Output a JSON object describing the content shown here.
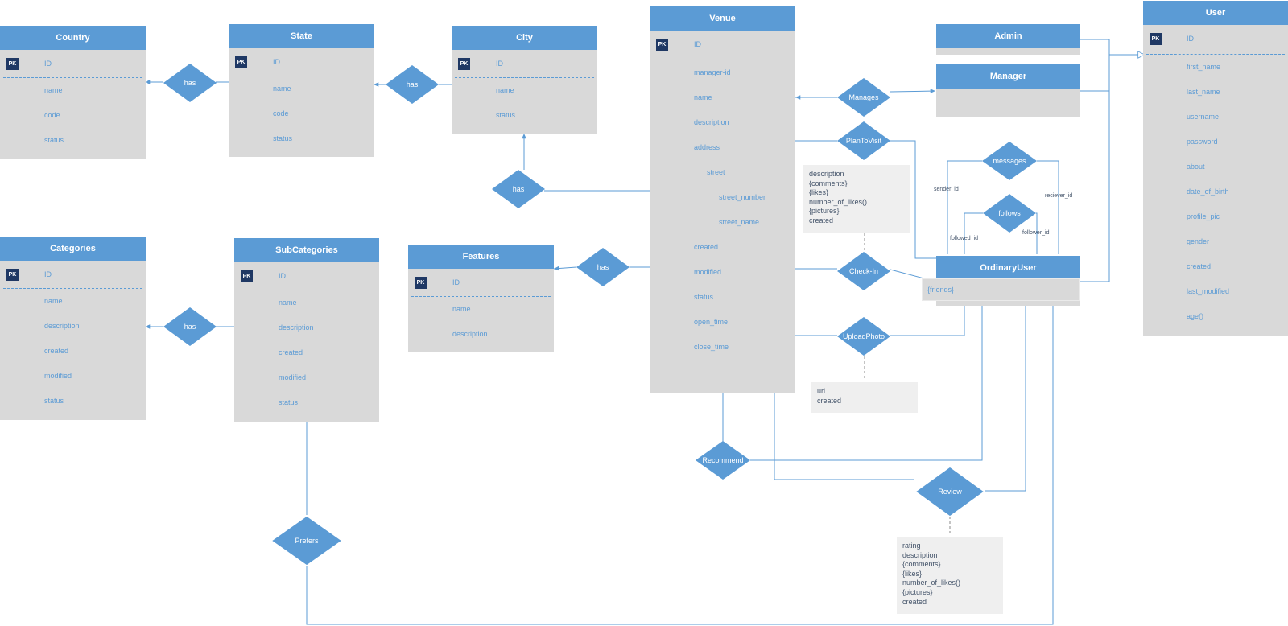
{
  "colors": {
    "header": "#5b9bd5",
    "body": "#d9d9d9",
    "pk_badge": "#1f3864",
    "note": "#efefef",
    "line": "#5b9bd5"
  },
  "pk_label": "PK",
  "entities": {
    "country": {
      "title": "Country",
      "pk": "ID",
      "attrs": [
        "name",
        "code",
        "status"
      ]
    },
    "state": {
      "title": "State",
      "pk": "ID",
      "attrs": [
        "name",
        "code",
        "status"
      ]
    },
    "city": {
      "title": "City",
      "pk": "ID",
      "attrs": [
        "name",
        "status"
      ]
    },
    "venue": {
      "title": "Venue",
      "pk": "ID",
      "attrs": [
        "manager-id",
        "name",
        "description",
        "address",
        "street",
        "street_number",
        "street_name",
        "created",
        "modified",
        "status",
        "open_time",
        "close_time"
      ]
    },
    "admin": {
      "title": "Admin"
    },
    "manager": {
      "title": "Manager"
    },
    "user": {
      "title": "User",
      "pk": "ID",
      "attrs": [
        "first_name",
        "last_name",
        "username",
        "password",
        "about",
        "date_of_birth",
        "profile_pic",
        "gender",
        "created",
        "last_modified",
        "age()"
      ]
    },
    "categories": {
      "title": "Categories",
      "pk": "ID",
      "attrs": [
        "name",
        "description",
        "created",
        "modified",
        "status"
      ]
    },
    "subcategories": {
      "title": "SubCategories",
      "pk": "ID",
      "attrs": [
        "name",
        "description",
        "created",
        "modified",
        "status"
      ]
    },
    "features": {
      "title": "Features",
      "pk": "ID",
      "attrs": [
        "name",
        "description"
      ]
    },
    "ordinaryuser": {
      "title": "OrdinaryUser",
      "attrs": [
        "{friends}"
      ]
    }
  },
  "relationships": {
    "country_state": "has",
    "state_city": "has",
    "city_venue": "has",
    "categories_sub": "has",
    "features_venue": "has",
    "manages": "Manages",
    "plantovisit": "PlanToVisit",
    "messages": "messages",
    "follows": "follows",
    "checkin": "Check-In",
    "uploadphoto": "UploadPhoto",
    "recommend": "Recommend",
    "review": "Review",
    "prefers": "Prefers"
  },
  "roles": {
    "sender": "sender_id",
    "reciever": "reciever_id",
    "followed": "followed_id",
    "follower": "follower_id"
  },
  "notes": {
    "checkin": [
      "description",
      "{comments}",
      "{likes}",
      "number_of_likes()",
      "{pictures}",
      "created"
    ],
    "upload": [
      "url",
      "created"
    ],
    "review": [
      "rating",
      "description",
      "{comments}",
      "{likes}",
      "number_of_likes()",
      "{pictures}",
      "created"
    ]
  }
}
